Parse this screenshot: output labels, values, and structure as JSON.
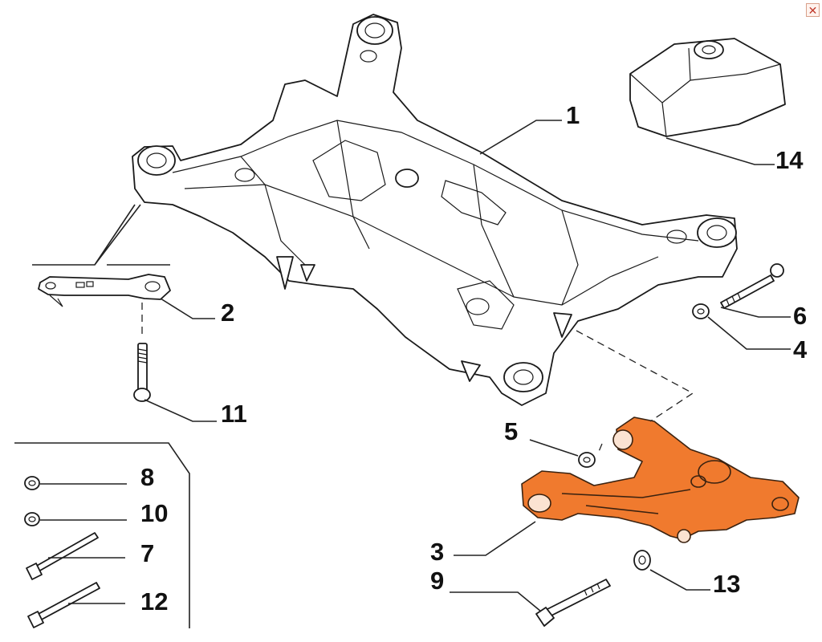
{
  "diagram": {
    "accent_color": "#F07A2E",
    "callouts": {
      "c1": "1",
      "c2": "2",
      "c3": "3",
      "c4": "4",
      "c5": "5",
      "c6": "6",
      "c7": "7",
      "c8": "8",
      "c9": "9",
      "c10": "10",
      "c11": "11",
      "c12": "12",
      "c13": "13",
      "c14": "14"
    }
  },
  "window": {
    "close_icon": "close-icon",
    "close_glyph": "✕"
  }
}
